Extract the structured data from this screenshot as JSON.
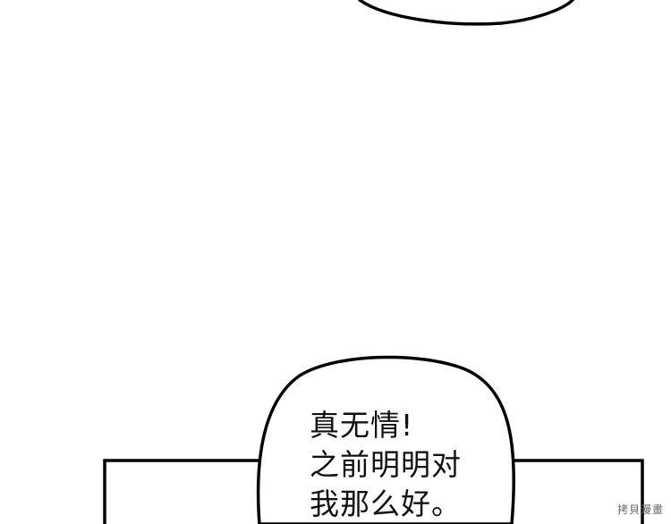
{
  "panel": {
    "background_color": "#ffffff",
    "ink_color": "#000000"
  },
  "speech_bubble": {
    "lines": [
      "真无情!",
      "之前明明对",
      "我那么好。"
    ]
  },
  "watermark": {
    "text": "拷貝漫畫"
  }
}
